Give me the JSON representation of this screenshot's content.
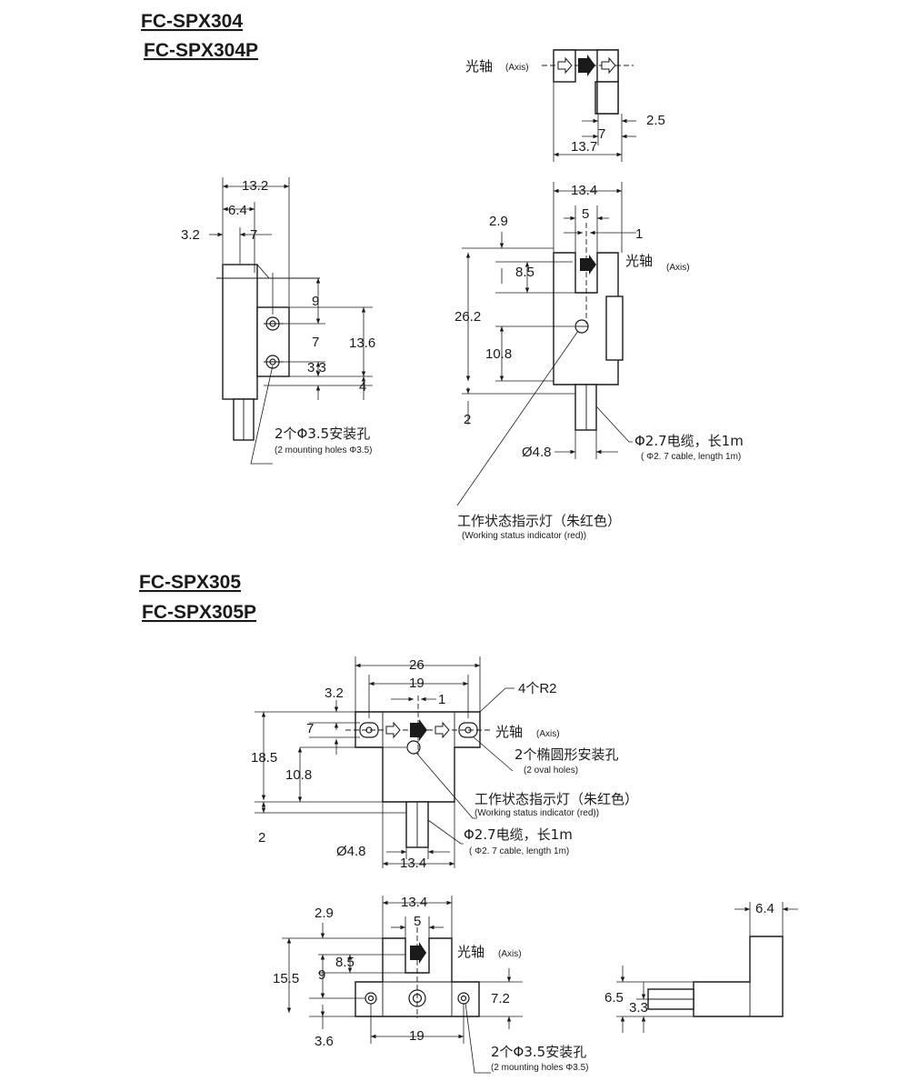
{
  "titles": {
    "spx304": "FC-SPX304",
    "spx304p": "FC-SPX304P",
    "spx305": "FC-SPX305",
    "spx305p": "FC-SPX305P"
  },
  "labels": {
    "axis_cn": "光轴",
    "axis_en": "(Axis)",
    "mount_holes_cn": "2个Φ3.5安装孔",
    "mount_holes_en": "(2 mounting holes Φ3.5)",
    "cable_cn": "Φ2.7电缆，长1m",
    "cable_en": "( Φ2. 7 cable, length 1m)",
    "indicator_cn": "工作状态指示灯（朱红色）",
    "indicator_en": "(Working status indicator (red))",
    "oval_holes_cn": "2个椭圆形安装孔",
    "oval_holes_en": "(2 oval holes)",
    "radius": "4个R2"
  },
  "dims": {
    "a": "2.5",
    "b": "7",
    "c": "13.7",
    "d": "13.2",
    "e": "6.4",
    "f": "3.2",
    "g": "7",
    "h": "9",
    "i": "7",
    "j": "13.6",
    "k": "3.3",
    "l": "4",
    "m": "13.4",
    "n": "5",
    "o": "2.9",
    "p": "1",
    "q": "8.5",
    "r": "26.2",
    "s": "10.8",
    "u": "2",
    "v": "Ø4.8",
    "w": "26",
    "x": "19",
    "y": "3.2",
    "z": "1",
    "aa": "7",
    "ab": "18.5",
    "ac": "10.8",
    "ad": "2",
    "ae": "Ø4.8",
    "af": "13.4",
    "ag": "13.4",
    "ah": "5",
    "ai": "2.9",
    "aj": "8.5",
    "ak": "15.5",
    "al": "9",
    "am": "7.2",
    "an": "3.6",
    "ao": "19",
    "ap": "6.4",
    "aq": "6.5",
    "ar": "3.3"
  }
}
